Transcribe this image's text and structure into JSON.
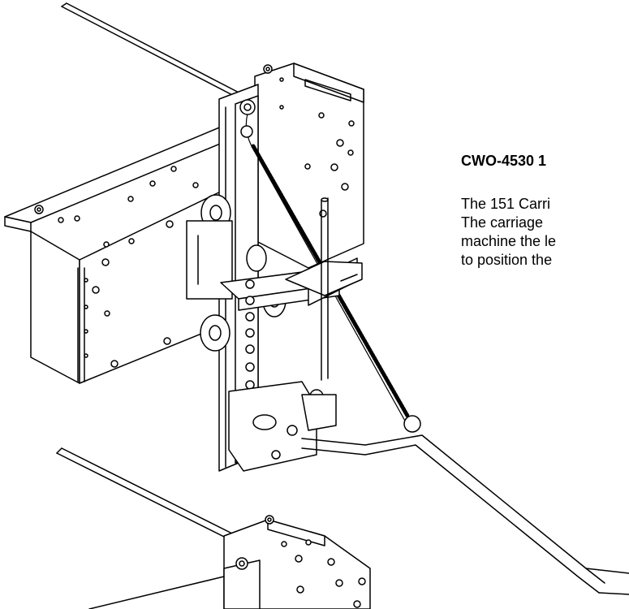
{
  "document": {
    "heading": "CWO-4530 1",
    "lines": [
      "The 151 Carri",
      "The carriage",
      "machine the le",
      "to position the"
    ]
  }
}
